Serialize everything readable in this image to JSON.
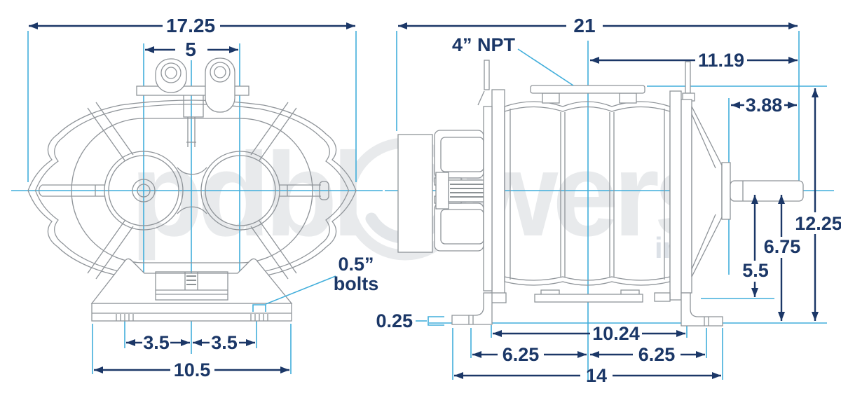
{
  "colors": {
    "dimension_text": "#1b3767",
    "annotation_line": "#41aedb",
    "drawing_line": "#8f9499",
    "watermark": "#e8eaec"
  },
  "watermark": {
    "word_start": "pdbl",
    "word_end": "wers",
    "suffix": "inc"
  },
  "front_view": {
    "dimensions": {
      "overall_width": "17.25",
      "port_spacing": "5",
      "bolt_offset_left": "3.5",
      "bolt_offset_right": "3.5",
      "base_width": "10.5"
    },
    "bolt_callout": {
      "line1": "0.5”",
      "line2": "bolts"
    }
  },
  "side_view": {
    "port_callout": "4” NPT",
    "dimensions": {
      "overall_length": "21",
      "center_to_shaft_end": "11.19",
      "shaft_extension": "3.88",
      "overall_height": "12.25",
      "centerline_height": "6.75",
      "body_bottom_height": "5.5",
      "foot_thickness": "0.25",
      "foot_inner_span": "10.24",
      "bolt_spacing_left": "6.25",
      "bolt_spacing_right": "6.25",
      "foot_overall_span": "14"
    }
  }
}
